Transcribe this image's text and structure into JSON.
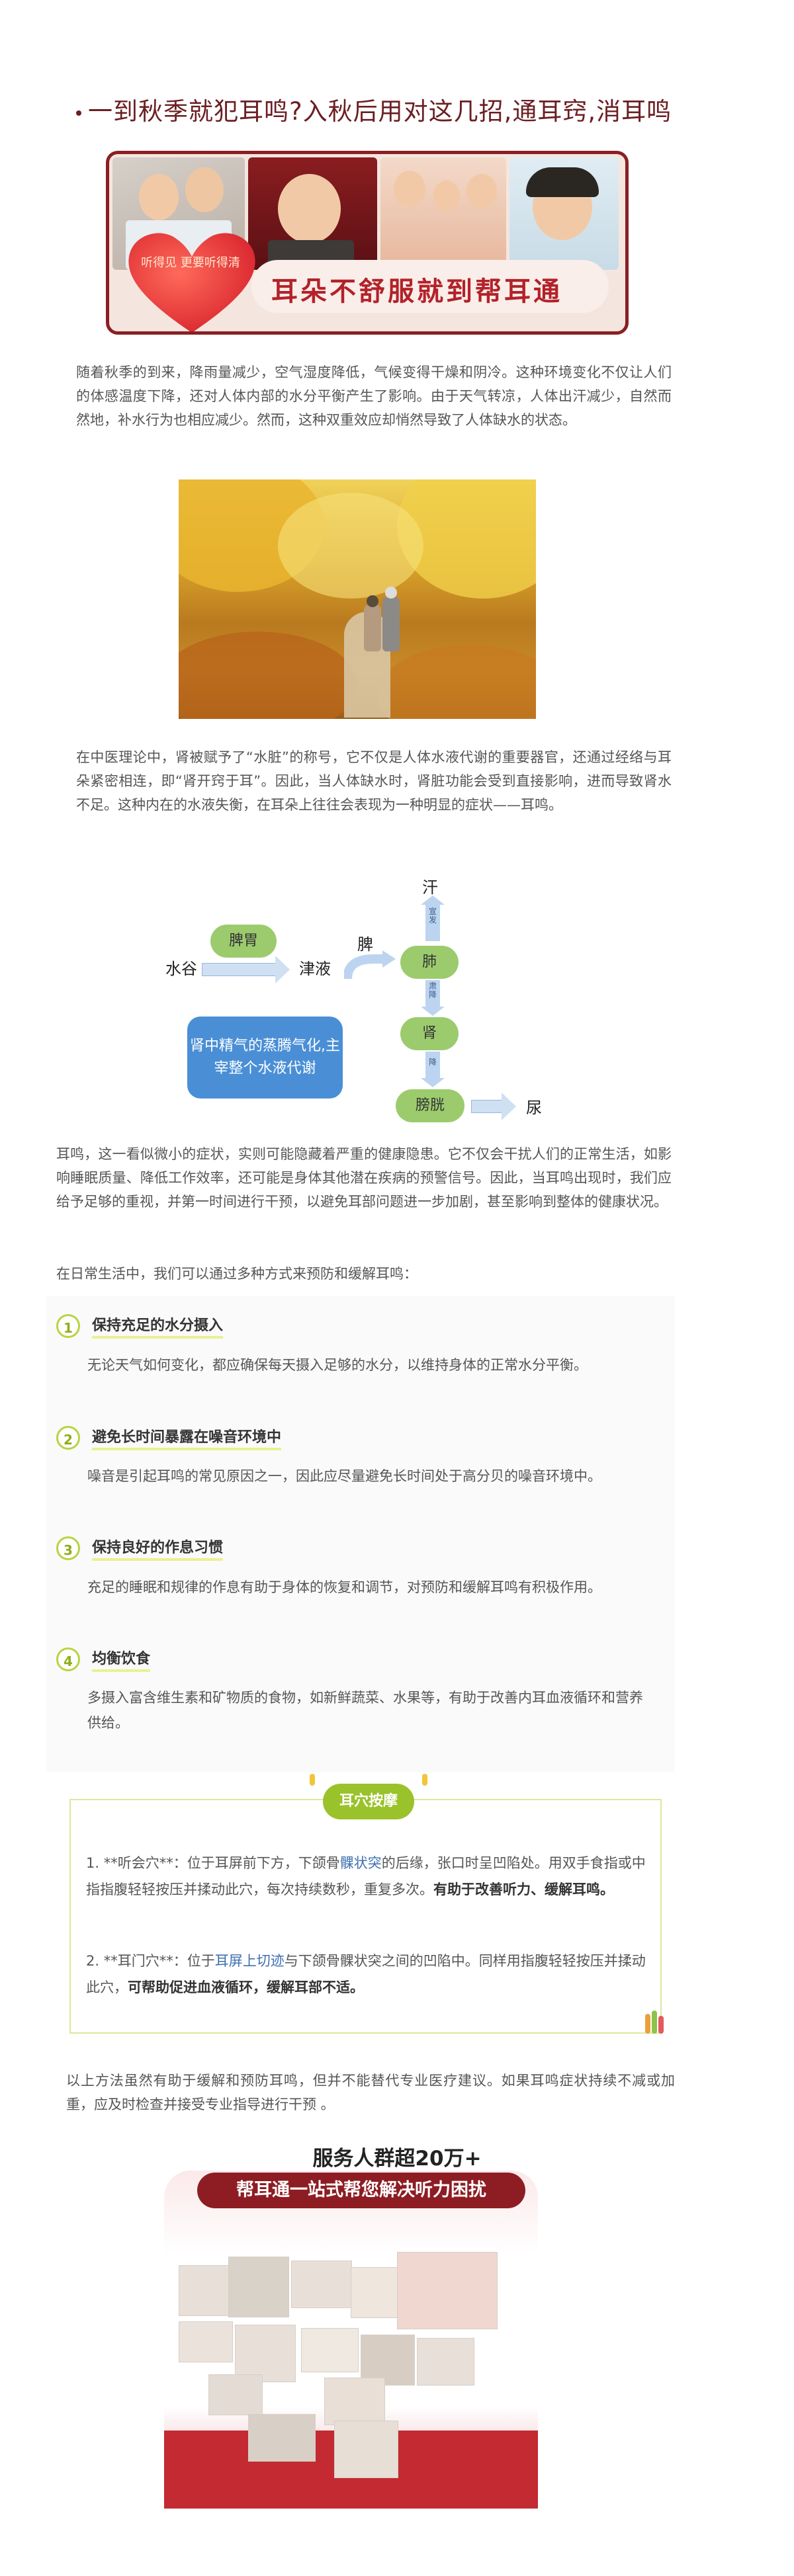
{
  "article": {
    "title": "一到秋季就犯耳鸣?入秋后用对这几招,通耳窍,消耳鸣",
    "banner": {
      "badge_text": "听得见 更要听得清",
      "slogan": "耳朵不舒服就到帮耳通"
    },
    "intro": "随着秋季的到来，降雨量减少，空气湿度降低，气候变得干燥和阴冷。这种环境变化不仅让人们的体感温度下降，还对人体内部的水分平衡产生了影响。由于天气转凉，人体出汗减少，自然而然地，补水行为也相应减少。然而，这种双重效应却悄然导致了人体缺水的状态。",
    "tcm_paragraph": "在中医理论中，肾被赋予了“水脏”的称号，它不仅是人体水液代谢的重要器官，还通过经络与耳朵紧密相连，即“肾开窍于耳”。因此，当人体缺水时，肾脏功能会受到直接影响，进而导致肾水不足。这种内在的水液失衡，在耳朵上往往会表现为一种明显的症状——耳鸣。",
    "diagram": {
      "spleen_stomach": "脾胃",
      "water_grain": "水谷",
      "body_fluid": "津液",
      "spleen": "脾",
      "lung": "肺",
      "kidney": "肾",
      "bladder": "膀胱",
      "sweat": "汗",
      "urine": "尿",
      "label_disperse": "宣发",
      "label_descend": "肃降",
      "label_descend2": "降",
      "kidney_note": "肾中精气的蒸腾气化,主宰整个水液代谢"
    },
    "tinnitus_paragraph": "耳鸣，这一看似微小的症状，实则可能隐藏着严重的健康隐患。它不仅会干扰人们的正常生活，如影响睡眠质量、降低工作效率，还可能是身体其他潜在疾病的预警信号。因此，当耳鸣出现时，我们应给予足够的重视，并第一时间进行干预，以避免耳部问题进一步加剧，甚至影响到整体的健康状况。",
    "tips_intro": "在日常生活中，我们可以通过多种方式来预防和缓解耳鸣：",
    "tips": [
      {
        "num": "1",
        "title": "保持充足的水分摄入",
        "body": "无论天气如何变化，都应确保每天摄入足够的水分，以维持身体的正常水分平衡。"
      },
      {
        "num": "2",
        "title": "避免长时间暴露在噪音环境中",
        "body": "噪音是引起耳鸣的常见原因之一，因此应尽量避免长时间处于高分贝的噪音环境中。"
      },
      {
        "num": "3",
        "title": "保持良好的作息习惯",
        "body": "充足的睡眠和规律的作息有助于身体的恢复和调节，对预防和缓解耳鸣有积极作用。"
      },
      {
        "num": "4",
        "title": "均衡饮食",
        "body": "多摄入富含维生素和矿物质的食物，如新鲜蔬菜、水果等，有助于改善内耳血液循环和营养供给。"
      }
    ],
    "acupoint": {
      "badge": "耳穴按摩",
      "item1_a": "1. **听会穴**：位于耳屏前下方，下颌骨",
      "item1_link": "髁状突",
      "item1_b": "的后缘，张口时呈凹陷处。用双手食指或中指指腹轻轻按压并揉动此穴，每次持续数秒，重复多次。",
      "item1_bold": "有助于改善听力、缓解耳鸣。",
      "item2_a": "2. **耳门穴**：位于",
      "item2_link": "耳屏上切迹",
      "item2_b": "与下颌骨髁状突之间的凹陷中。同样用指腹轻轻按压并揉动此穴，",
      "item2_bold": "可帮助促进血液循环，缓解耳部不适。"
    },
    "disclaimer": "以上方法虽然有助于缓解和预防耳鸣，但并不能替代专业医疗建议。如果耳鸣症状持续不减或加重，应及时检查并接受专业指导进行干预 。",
    "service": {
      "title": "服务人群超20万+",
      "subtitle": "帮耳通一站式帮您解决听力困扰"
    }
  },
  "colors": {
    "brand_red": "#8a1f24",
    "title_color": "#6b1e22",
    "accent_green": "#9ac22a",
    "diagram_blue": "#4a8fd6"
  }
}
